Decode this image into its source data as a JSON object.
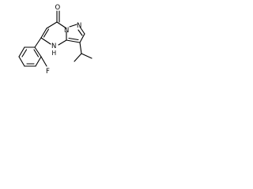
{
  "structure": {
    "atom_labels": {
      "carbonyl_oxygen": "O",
      "bridge_nitrogen": "N",
      "pyrazole_nitrogen": "N",
      "amine_nitrogen": "N",
      "amine_hydrogen": "H",
      "fluorine": "F"
    }
  }
}
